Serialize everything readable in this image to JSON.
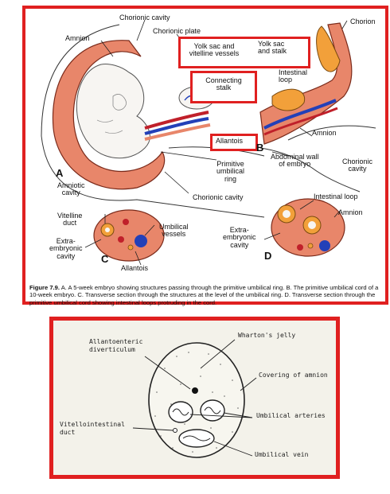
{
  "top": {
    "labels": {
      "chorionic_cavity_top": "Chorionic cavity",
      "chorionic_plate": "Chorionic plate",
      "amnion_left": "Amnion",
      "chorion": "Chorion",
      "yolk_sac_vitelline": "Yolk sac and\nvitelline vessels",
      "yolk_sac_stalk": "Yolk sac\nand stalk",
      "intestinal_loop_b": "Intestinal\nloop",
      "connecting_stalk": "Connecting\nstalk",
      "allantois_b": "Allantois",
      "amnion_b": "Amnion",
      "abdominal_wall": "Abdominal wall\nof embryo",
      "chorionic_cavity_right": "Chorionic\ncavity",
      "primitive_ring": "Primitive\numbilical\nring",
      "amniotic_cavity": "Amniotic\ncavity",
      "chorionic_cavity_bottom": "Chorionic cavity",
      "vitelline_duct": "Vitelline\nduct",
      "umbilical_vessels": "Umbilical\nvessels",
      "extra_c": "Extra-\nembryonic\ncavity",
      "allantois_c": "Allantois",
      "intestinal_loop_d": "Intestinal loop",
      "amnion_d": "Amnion",
      "extra_d": "Extra-\nembryonic\ncavity",
      "letter_a": "A",
      "letter_b": "B",
      "letter_c": "C",
      "letter_d": "D"
    },
    "caption_title": "Figure 7.9.",
    "caption_text": "A. A 5-week embryo showing structures passing through the primitive umbilical ring. B. The primitive umbilical cord of a 10-week embryo. C. Transverse section through the structures at the level of the umbilical ring. D. Transverse section through the primitive umbilical cord showing intestinal loops protruding in the cord."
  },
  "bottom": {
    "labels": {
      "allantoenteric": "Allantoenteric\ndiverticulum",
      "whartons_jelly": "Wharton's jelly",
      "covering_amnion": "Covering of amnion",
      "umbilical_arteries": "Umbilical arteries",
      "vitellointestinal": "Vitellointestinal\nduct",
      "umbilical_vein": "Umbilical vein"
    }
  },
  "colors": {
    "frame_red": "#e02020",
    "tissue_salmon": "#e8866a",
    "yolk_orange": "#f2a03a",
    "vessel_blue": "#2340b8",
    "vessel_red": "#c0202a"
  }
}
